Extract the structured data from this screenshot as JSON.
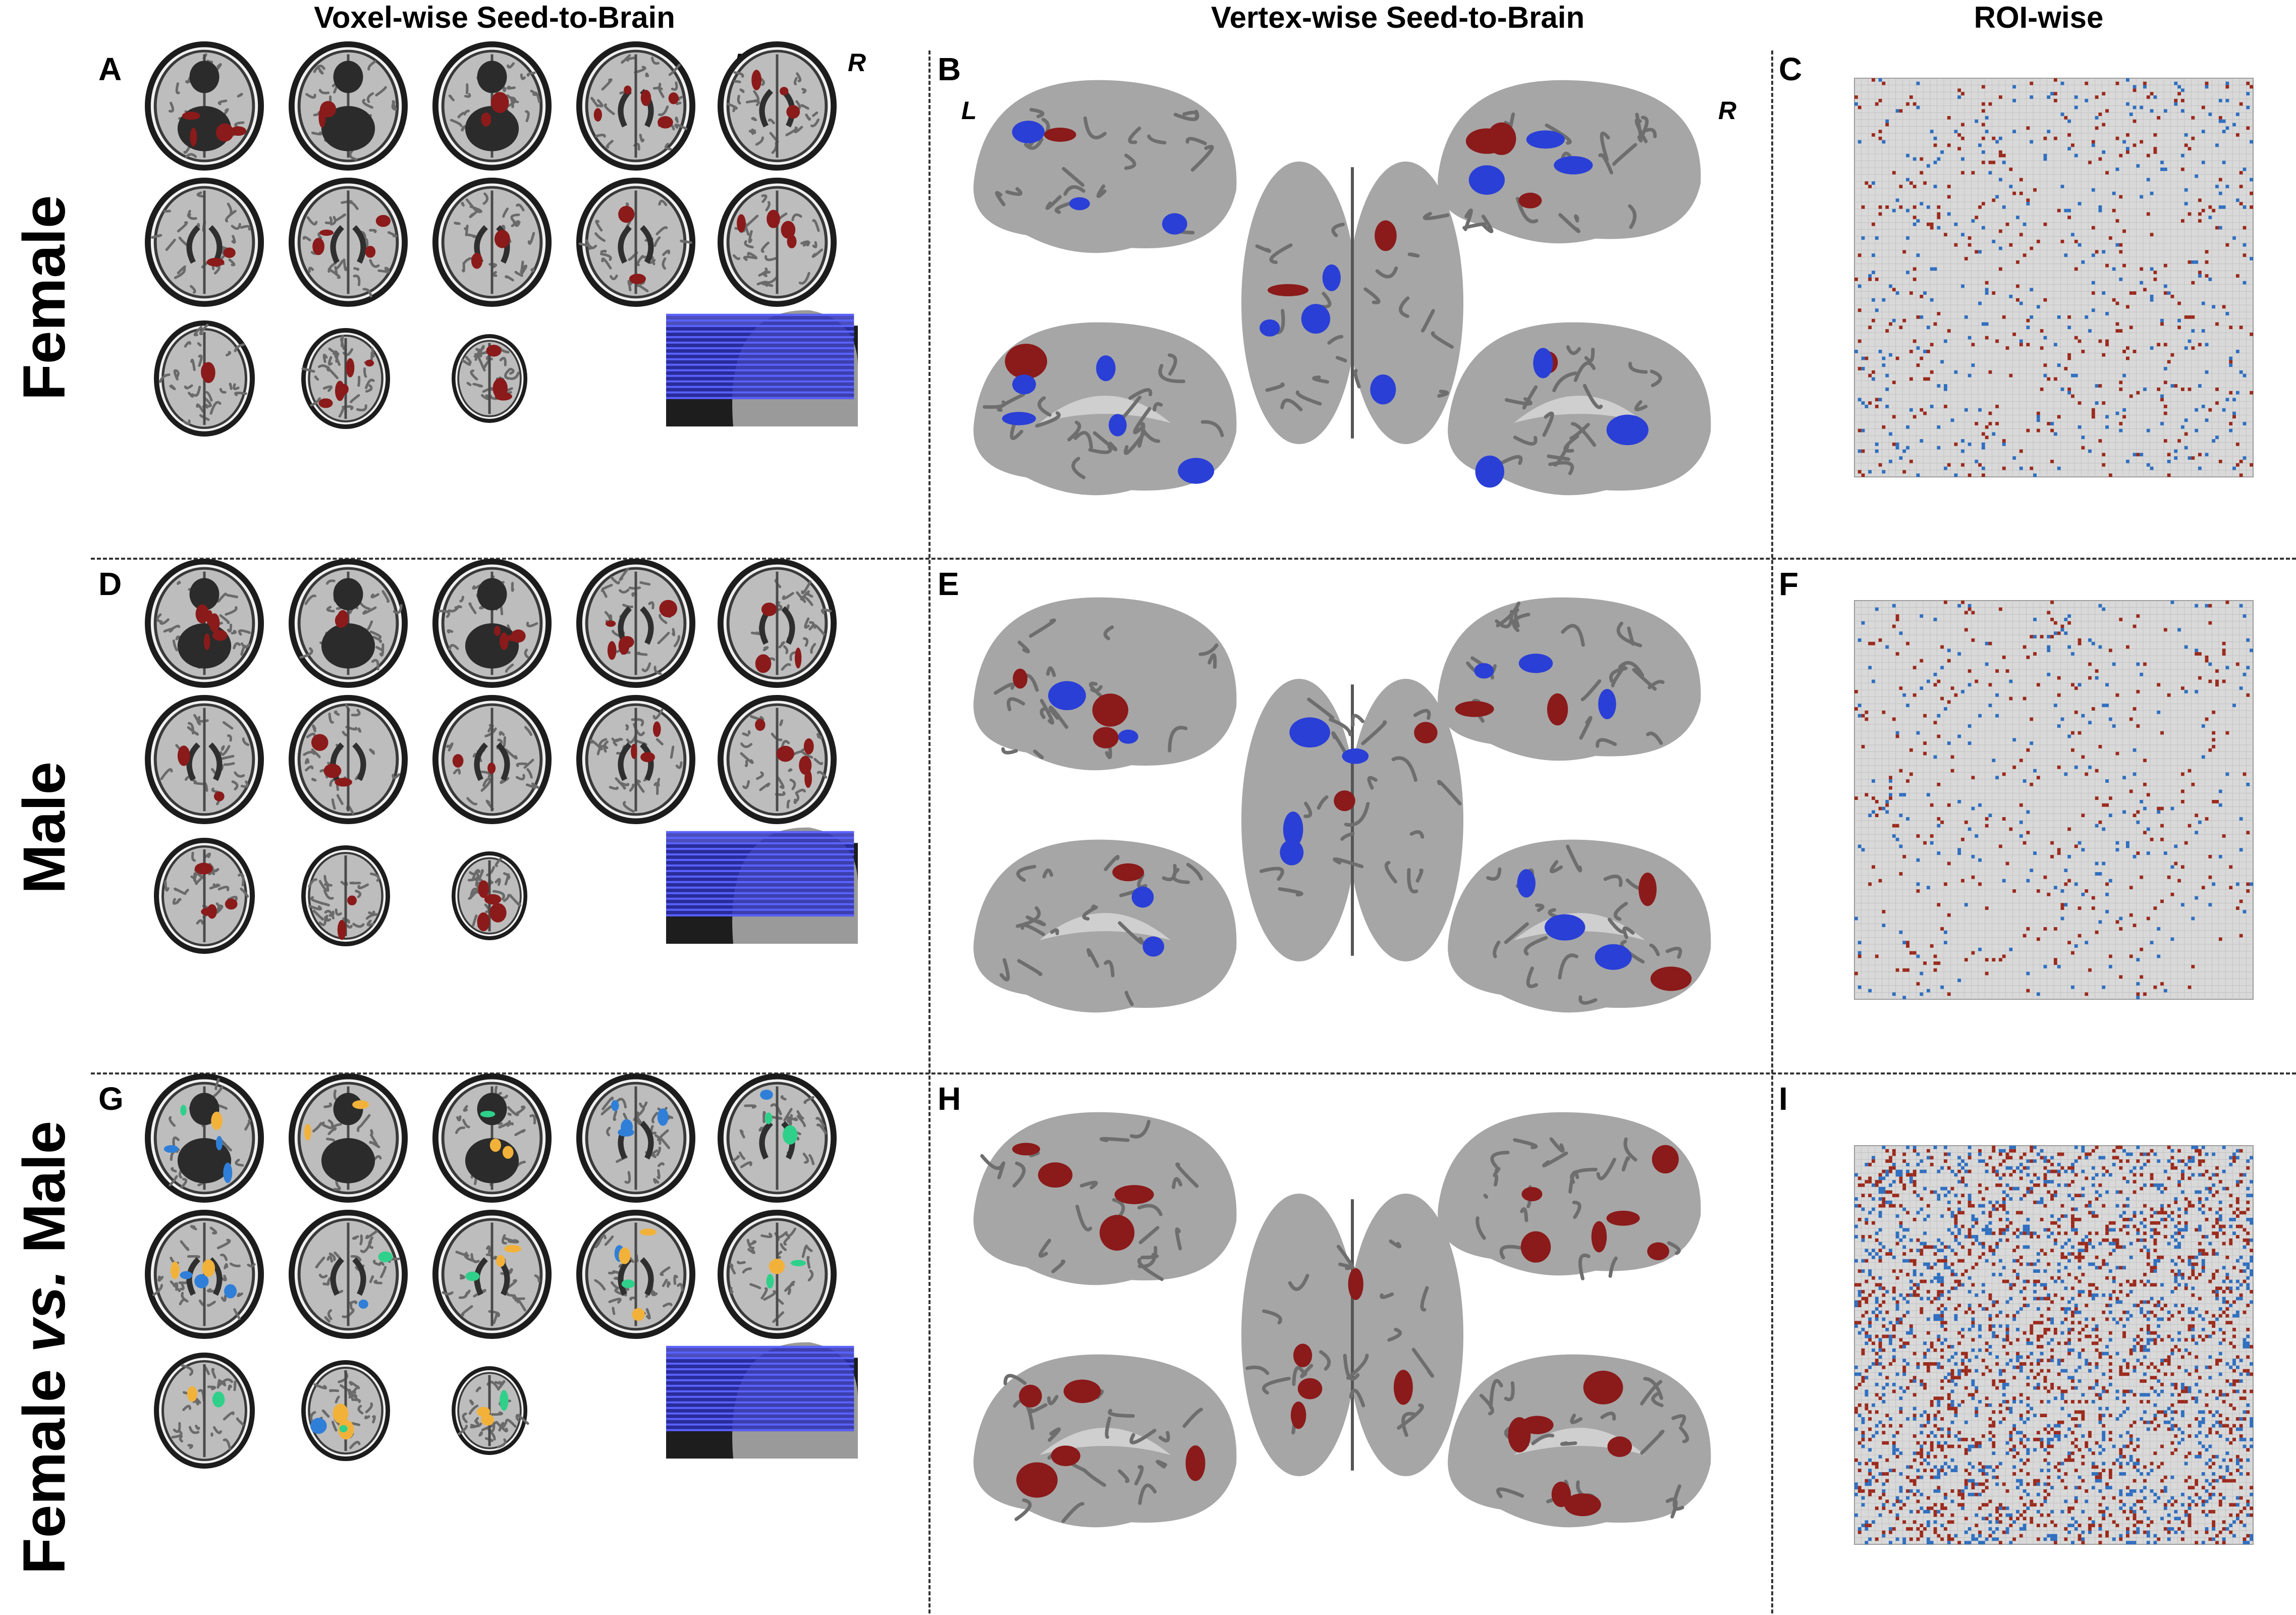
{
  "columns": {
    "voxel": "Voxel-wise Seed-to-Brain",
    "vertex": "Vertex-wise Seed-to-Brain",
    "roi": "ROI-wise"
  },
  "rows": {
    "female": "Female",
    "male": "Male",
    "contrast_a": "Female ",
    "contrast_vs": "vs.",
    "contrast_b": " Male"
  },
  "panels": [
    "A",
    "B",
    "C",
    "D",
    "E",
    "F",
    "G",
    "H",
    "I"
  ],
  "hemisphere_labels": {
    "left": "L",
    "right": "R"
  },
  "colors": {
    "positive": "#8b1a1a",
    "negative": "#2a3fd6",
    "contrast_warm": "#f2b23a",
    "contrast_cool": "#2fd08a",
    "contrast_blue": "#2f7fd8",
    "matrix_red": "#9b2a1c",
    "matrix_blue": "#2f6fc0",
    "matrix_bg": "#d9d9d9",
    "cortex": "#a6a6a6"
  }
}
